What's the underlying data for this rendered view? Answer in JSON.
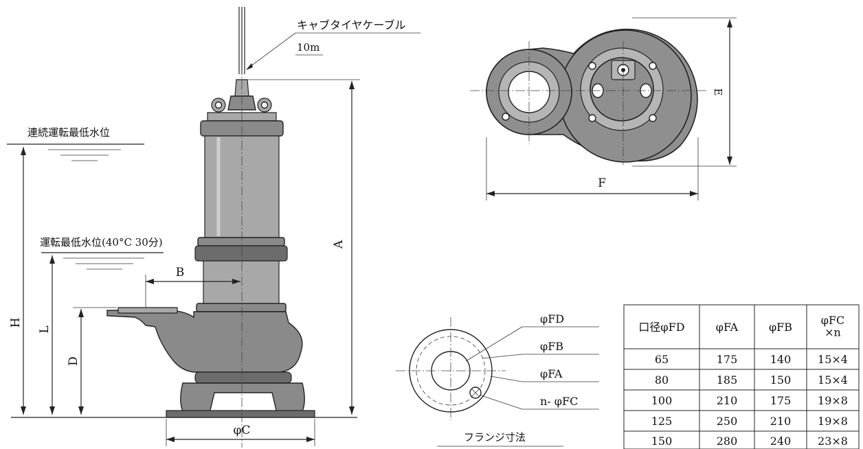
{
  "labels": {
    "cable_name": "キャブタイヤケーブル",
    "cable_length": "10m",
    "continuous_min_level": "連続運転最低水位",
    "min_level_40c": "運転最低水位(40°C 30分)",
    "dim_A": "A",
    "dim_B": "B",
    "dim_C": "φC",
    "dim_D": "D",
    "dim_E": "E",
    "dim_F": "F",
    "dim_H": "H",
    "dim_L": "L",
    "flange_FD": "φFD",
    "flange_FB": "φFB",
    "flange_FA": "φFA",
    "flange_FC": "n- φFC",
    "flange_caption": "フランジ寸法"
  },
  "table": {
    "headers": [
      "口径φFD",
      "φFA",
      "φFB",
      "φFC\n×n"
    ],
    "rows": [
      [
        "65",
        "175",
        "140",
        "15×4"
      ],
      [
        "80",
        "185",
        "150",
        "15×4"
      ],
      [
        "100",
        "210",
        "175",
        "19×8"
      ],
      [
        "125",
        "250",
        "210",
        "19×8"
      ],
      [
        "150",
        "280",
        "240",
        "23×8"
      ]
    ]
  }
}
